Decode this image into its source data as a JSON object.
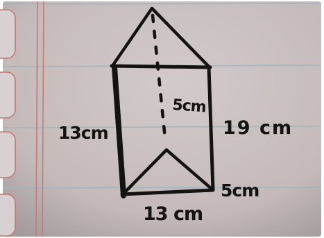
{
  "labels": {
    "inner_height": "5cm",
    "left_side": "13cm",
    "right_side": "19 cm",
    "bottom_right": "5cm",
    "bottom": "13 cm"
  },
  "colors": {
    "paper": "#c9bfc0",
    "paper_dark": "#a9a0a2",
    "rule_line": "#a8b4bf",
    "margin_line": "#c97a7a",
    "ink": "#151212"
  }
}
